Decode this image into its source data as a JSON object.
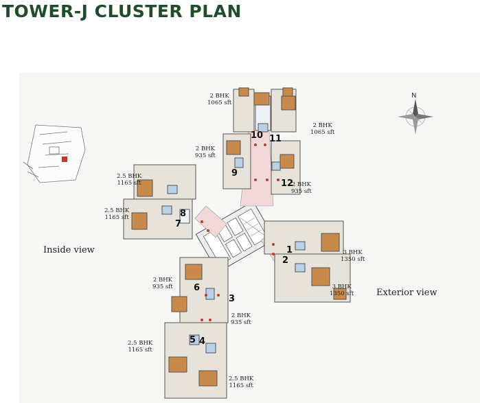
{
  "title": "TOWER-J CLUSTER PLAN",
  "views": {
    "inside": "Inside view",
    "exterior": "Exterior view"
  },
  "compass": {
    "north": "N"
  },
  "unit_labels": [
    {
      "type": "2 BHK",
      "area": "1065 sft"
    },
    {
      "type": "2 BHK",
      "area": "1065 sft"
    },
    {
      "type": "2 BHK",
      "area": "935 sft"
    },
    {
      "type": "2 BHK",
      "area": "935 sft"
    },
    {
      "type": "2.5 BHK",
      "area": "1165 sft"
    },
    {
      "type": "2.5 BHK",
      "area": "1165 sft"
    },
    {
      "type": "3 BHK",
      "area": "1350 sft"
    },
    {
      "type": "3 BHK",
      "area": "1350 sft"
    },
    {
      "type": "2 BHK",
      "area": "935 sft"
    },
    {
      "type": "2 BHK",
      "area": "935 sft"
    },
    {
      "type": "2.5 BHK",
      "area": "1165 sft"
    },
    {
      "type": "2.5 BHK",
      "area": "1165 sft"
    }
  ],
  "unit_numbers": [
    "1",
    "2",
    "3",
    "4",
    "5",
    "6",
    "7",
    "8",
    "9",
    "10",
    "11",
    "12"
  ]
}
